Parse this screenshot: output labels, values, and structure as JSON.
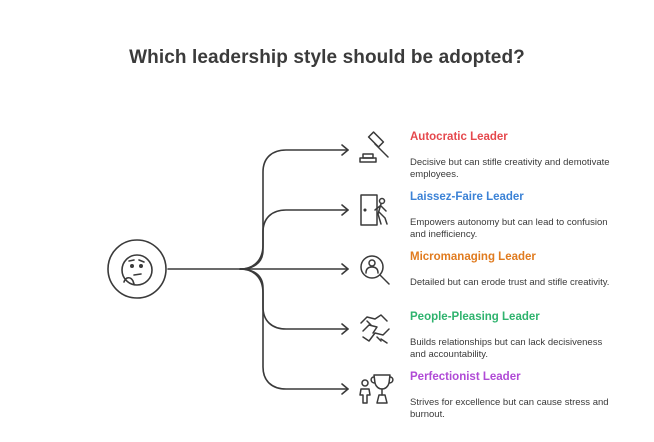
{
  "title": "Which leadership style should be adopted?",
  "options": [
    {
      "name": "Autocratic Leader",
      "description": "Decisive but can stifle creativity and demotivate employees.",
      "color": "#e5484d",
      "icon": "gavel-icon"
    },
    {
      "name": "Laissez-Faire Leader",
      "description": "Empowers autonomy but can lead to confusion and inefficiency.",
      "color": "#3b82d6",
      "icon": "person-door-icon"
    },
    {
      "name": "Micromanaging Leader",
      "description": "Detailed but can erode trust and stifle creativity.",
      "color": "#e07b1f",
      "icon": "magnifier-person-icon"
    },
    {
      "name": "People-Pleasing Leader",
      "description": "Builds relationships but can lack decisiveness and accountability.",
      "color": "#2fb36e",
      "icon": "handshake-icon"
    },
    {
      "name": "Perfectionist Leader",
      "description": "Strives for excellence but can cause stress and burnout.",
      "color": "#b04ad6",
      "icon": "trophy-person-icon"
    }
  ],
  "hub_icon": "thinking-face-icon",
  "line_color": "#3a3a3a"
}
